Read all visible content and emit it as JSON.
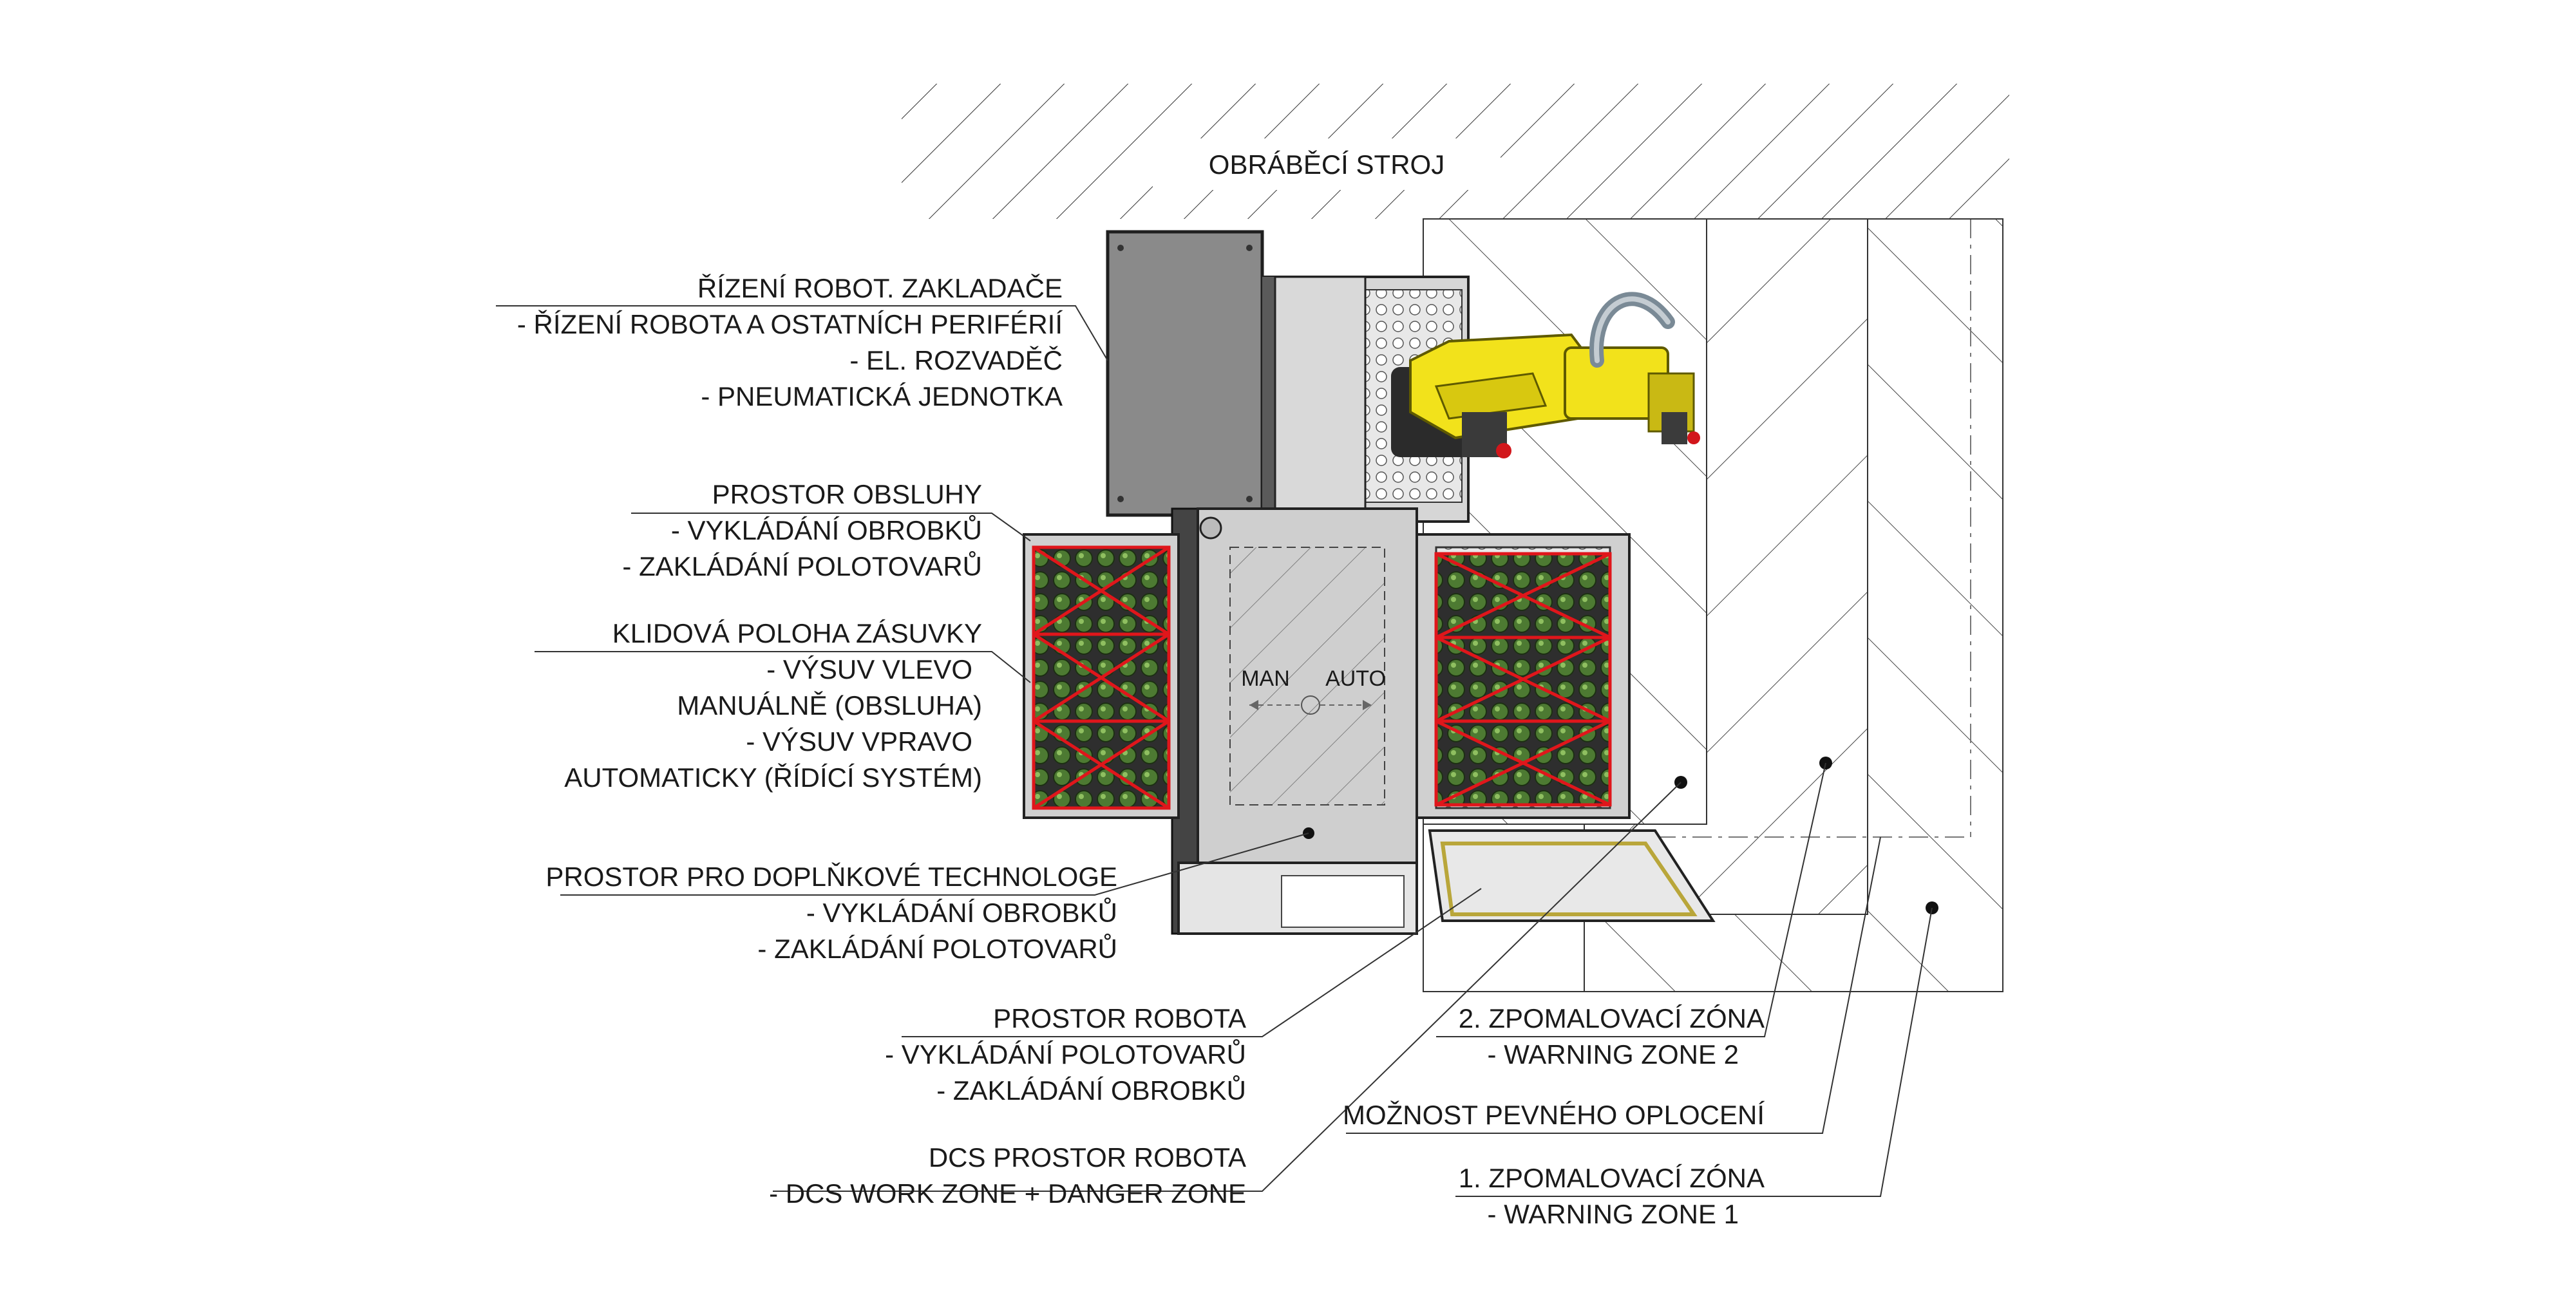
{
  "machine_label": "OBRÁBĚCÍ STROJ",
  "callouts": {
    "control": [
      "ŘÍZENÍ ROBOT. ZAKLADAČE",
      "- ŘÍZENÍ ROBOTA A OSTATNÍCH PERIFÉRIÍ",
      "- EL. ROZVADĚČ",
      "- PNEUMATICKÁ JEDNOTKA"
    ],
    "operator": [
      "PROSTOR OBSLUHY",
      "- VYKLÁDÁNÍ OBROBKŮ",
      "- ZAKLÁDÁNÍ POLOTOVARŮ"
    ],
    "drawer": [
      "KLIDOVÁ POLOHA ZÁSUVKY",
      "- VÝSUV VLEVO",
      "MANUÁLNĚ (OBSLUHA)",
      "- VÝSUV VPRAVO",
      "AUTOMATICKY (ŘÍDÍCÍ SYSTÉM)"
    ],
    "extra_tech": [
      "PROSTOR PRO DOPLŇKOVÉ TECHNOLOGE",
      "- VYKLÁDÁNÍ OBROBKŮ",
      "- ZAKLÁDÁNÍ POLOTOVARŮ"
    ],
    "robot_space": [
      "PROSTOR ROBOTA",
      "- VYKLÁDÁNÍ POLOTOVARŮ",
      "- ZAKLÁDÁNÍ OBROBKŮ"
    ],
    "dcs": [
      "DCS PROSTOR ROBOTA",
      "- DCS WORK ZONE + DANGER ZONE"
    ],
    "slow2": [
      "2. ZPOMALOVACÍ ZÓNA",
      "- WARNING ZONE 2"
    ],
    "fence": [
      "MOŽNOST PEVNÉHO OPLOCENÍ"
    ],
    "slow1": [
      "1. ZPOMALOVACÍ ZÓNA",
      "- WARNING ZONE 1"
    ]
  },
  "switch": {
    "man": "MAN",
    "auto": "AUTO"
  },
  "colors": {
    "robot_yellow": "#f2e21b",
    "pallet_red": "#e0161b",
    "part_green": "#3f6b2a",
    "cabinet_gray": "#8a8a8a"
  }
}
